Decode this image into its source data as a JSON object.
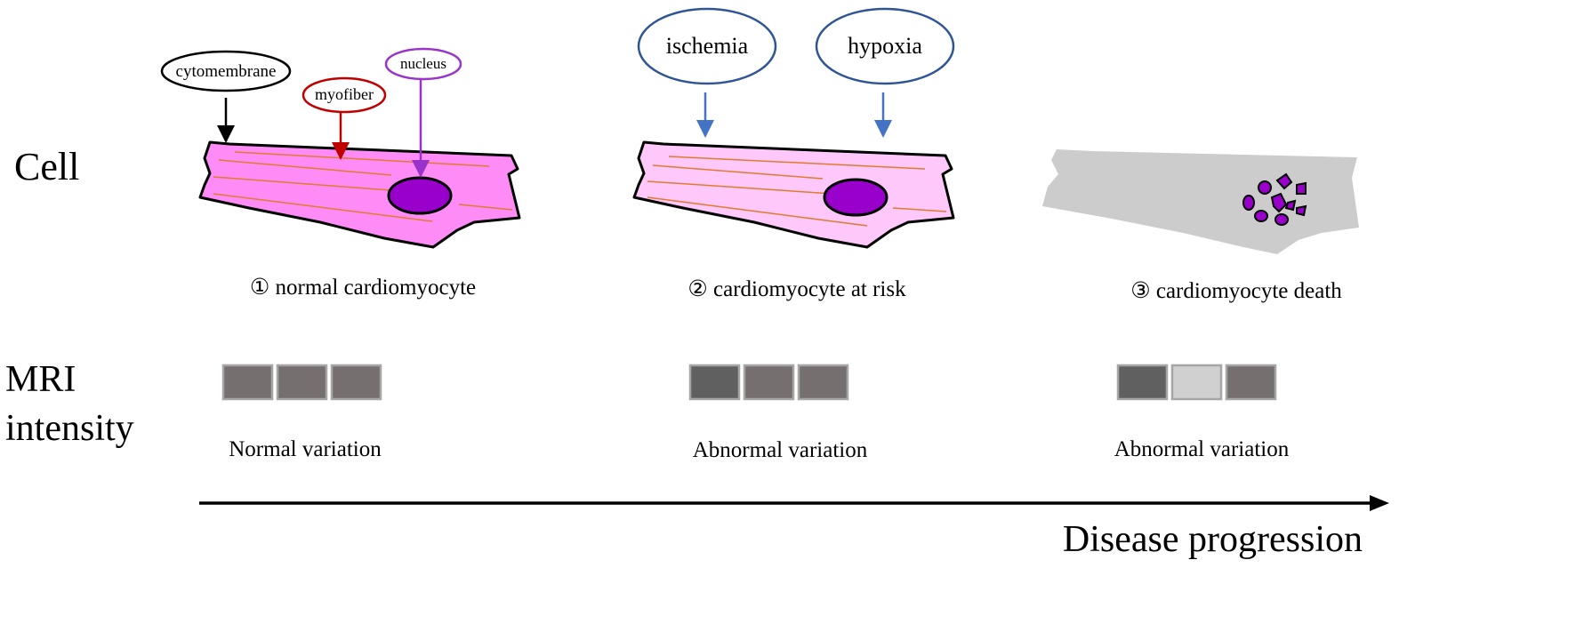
{
  "row_labels": {
    "cell": "Cell",
    "mri_line1": "MRI",
    "mri_line2": "intensity"
  },
  "callouts": {
    "cytomembrane": "cytomembrane",
    "myofiber": "myofiber",
    "nucleus": "nucleus",
    "ischemia": "ischemia",
    "hypoxia": "hypoxia"
  },
  "stages": [
    {
      "caption": "① normal cardiomyocyte",
      "mri_caption": "Normal variation"
    },
    {
      "caption": "② cardiomyocyte at risk",
      "mri_caption": "Abnormal variation"
    },
    {
      "caption": "③ cardiomyocyte death",
      "mri_caption": "Abnormal variation"
    }
  ],
  "axis": {
    "label": "Disease progression"
  },
  "colors": {
    "cell_normal": "#ff8cf6",
    "cell_at_risk": "#ffc8fb",
    "cell_dead": "#cccccc",
    "nucleus": "#9900cc",
    "myofiber_line": "#e07a2e",
    "cytomembrane_outline": "#000000",
    "myofiber_outline": "#c00000",
    "nucleus_outline": "#9933cc",
    "stress_outline": "#2f5597",
    "stress_arrow": "#4472c4",
    "mri_normal": "#766f6f",
    "mri_dark": "#606060",
    "mri_light": "#d0d0d0"
  }
}
